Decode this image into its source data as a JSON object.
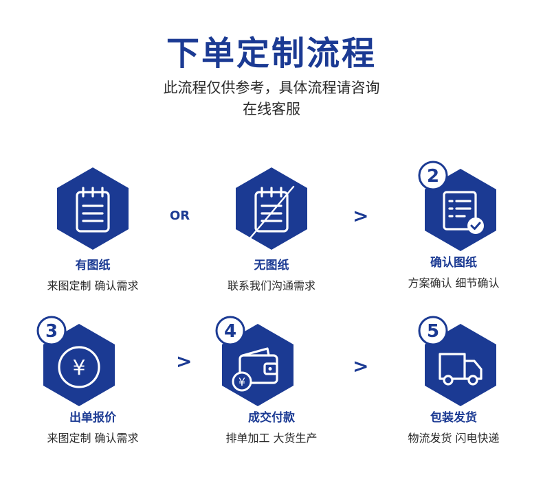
{
  "title": "下单定制流程",
  "subtitle_line1": "此流程仅供参考，具体流程请咨询",
  "subtitle_line2": "在线客服",
  "separators": {
    "or": "OR",
    "arrow": ">"
  },
  "colors": {
    "primary": "#1b3a93",
    "text": "#2b2b2b",
    "background": "#ffffff"
  },
  "steps": [
    {
      "number": "",
      "title": "有图纸",
      "desc": "来图定制 确认需求",
      "icon": "notepad-icon"
    },
    {
      "number": "",
      "title": "无图纸",
      "desc": "联系我们沟通需求",
      "icon": "crossed-notepad-icon"
    },
    {
      "number": "2",
      "title": "确认图纸",
      "desc": "方案确认 细节确认",
      "icon": "document-check-icon"
    },
    {
      "number": "3",
      "title": "出单报价",
      "desc": "来图定制 确认需求",
      "icon": "yen-coin-icon"
    },
    {
      "number": "4",
      "title": "成交付款",
      "desc": "排单加工 大货生产",
      "icon": "wallet-icon"
    },
    {
      "number": "5",
      "title": "包装发货",
      "desc": "物流发货 闪电快递",
      "icon": "delivery-truck-icon"
    }
  ]
}
